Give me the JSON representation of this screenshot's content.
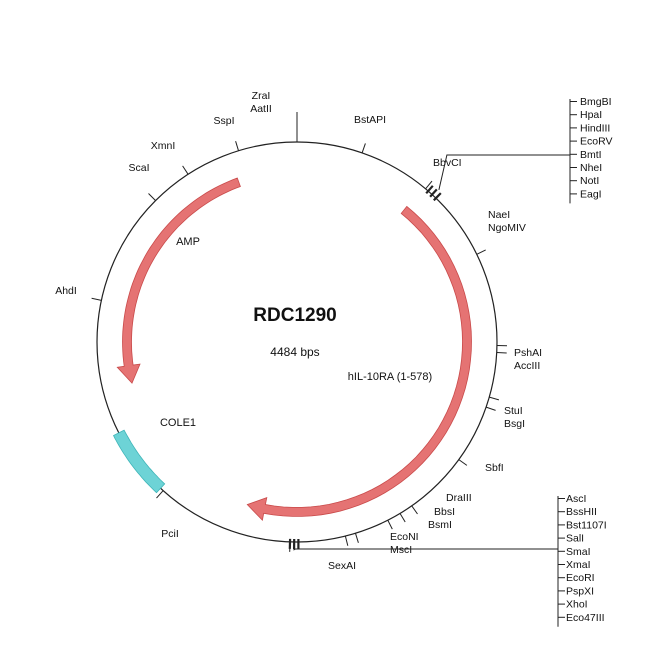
{
  "plasmid": {
    "name": "RDC1290",
    "size_label": "4484 bps",
    "length_bp": 4484
  },
  "colors": {
    "arrow": "#e57373",
    "arrow_stroke": "#c94a4a",
    "ori": "#6dd3d6",
    "ori_stroke": "#3fb5b8",
    "backbone": "#222222"
  },
  "features": [
    {
      "id": "amp",
      "label": "AMP",
      "kind": "arrow",
      "start_deg": 340,
      "end_deg": 256,
      "color": "arrow"
    },
    {
      "id": "hil10ra",
      "label": "hIL-10RA (1-578)",
      "kind": "arrow",
      "start_deg": 39,
      "end_deg": 197,
      "color": "arrow"
    },
    {
      "id": "cole1",
      "label": "COLE1",
      "kind": "block",
      "start_deg": 243,
      "end_deg": 223,
      "color": "ori"
    }
  ],
  "sites": [
    {
      "label": "ZraI",
      "angle": 0
    },
    {
      "label": "AatII",
      "angle": 0
    },
    {
      "label": "BstAPI",
      "angle": 19
    },
    {
      "label": "BbvCI",
      "angle": 40
    },
    {
      "label": "NaeI",
      "angle": 64
    },
    {
      "label": "NgoMIV",
      "angle": 64
    },
    {
      "label": "PshAI",
      "angle": 91
    },
    {
      "label": "AccIII",
      "angle": 93
    },
    {
      "label": "StuI",
      "angle": 106
    },
    {
      "label": "BsgI",
      "angle": 109
    },
    {
      "label": "SbfI",
      "angle": 126
    },
    {
      "label": "DraIII",
      "angle": 145
    },
    {
      "label": "BbsI",
      "angle": 149
    },
    {
      "label": "BsmI",
      "angle": 153
    },
    {
      "label": "EcoNI",
      "angle": 163
    },
    {
      "label": "MscI",
      "angle": 166
    },
    {
      "label": "SexAI",
      "angle": 182
    },
    {
      "label": "PciI",
      "angle": 222
    },
    {
      "label": "AhdI",
      "angle": 282
    },
    {
      "label": "ScaI",
      "angle": 315
    },
    {
      "label": "XmnI",
      "angle": 327
    },
    {
      "label": "SspI",
      "angle": 343
    }
  ],
  "site_groups": [
    {
      "id": "upper",
      "angle": 43,
      "labels": [
        "BmgBI",
        "HpaI",
        "HindIII",
        "EcoRV",
        "BmtI",
        "NheI",
        "NotI",
        "EagI"
      ]
    },
    {
      "id": "lower",
      "angle": 181,
      "labels": [
        "AscI",
        "BssHII",
        "Bst1107I",
        "SalI",
        "SmaI",
        "XmaI",
        "EcoRI",
        "PspXI",
        "XhoI",
        "Eco47III"
      ]
    }
  ]
}
